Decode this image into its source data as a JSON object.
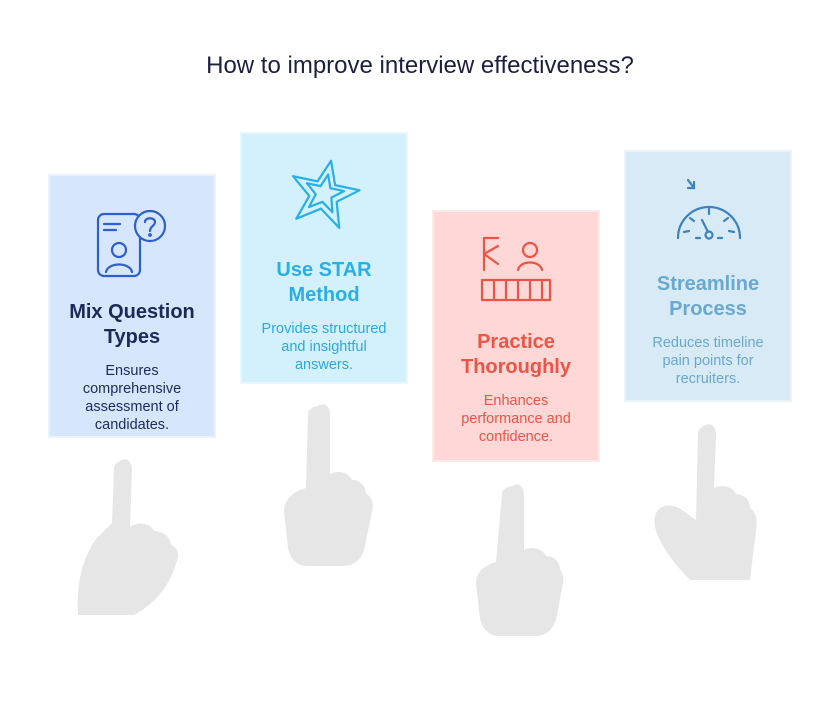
{
  "title": "How to improve interview effectiveness?",
  "cards": [
    {
      "heading": "Mix Question Types",
      "description": "Ensures comprehensive assessment of candidates.",
      "icon": "phone-question-icon",
      "color": "#1d2a57",
      "bg": "#d6e6fd"
    },
    {
      "heading": "Use STAR Method",
      "description": "Provides structured and insightful answers.",
      "icon": "star-icon",
      "color": "#2aaee6",
      "bg": "#d3f1fd"
    },
    {
      "heading": "Practice Thoroughly",
      "description": "Enhances performance and confidence.",
      "icon": "presentation-practice-icon",
      "color": "#ec5545",
      "bg": "#ffd7d6"
    },
    {
      "heading": "Streamline Process",
      "description": "Reduces timeline pain points for recruiters.",
      "icon": "speedometer-icon",
      "color": "#6aa8d0",
      "bg": "#d8eaf6"
    }
  ]
}
